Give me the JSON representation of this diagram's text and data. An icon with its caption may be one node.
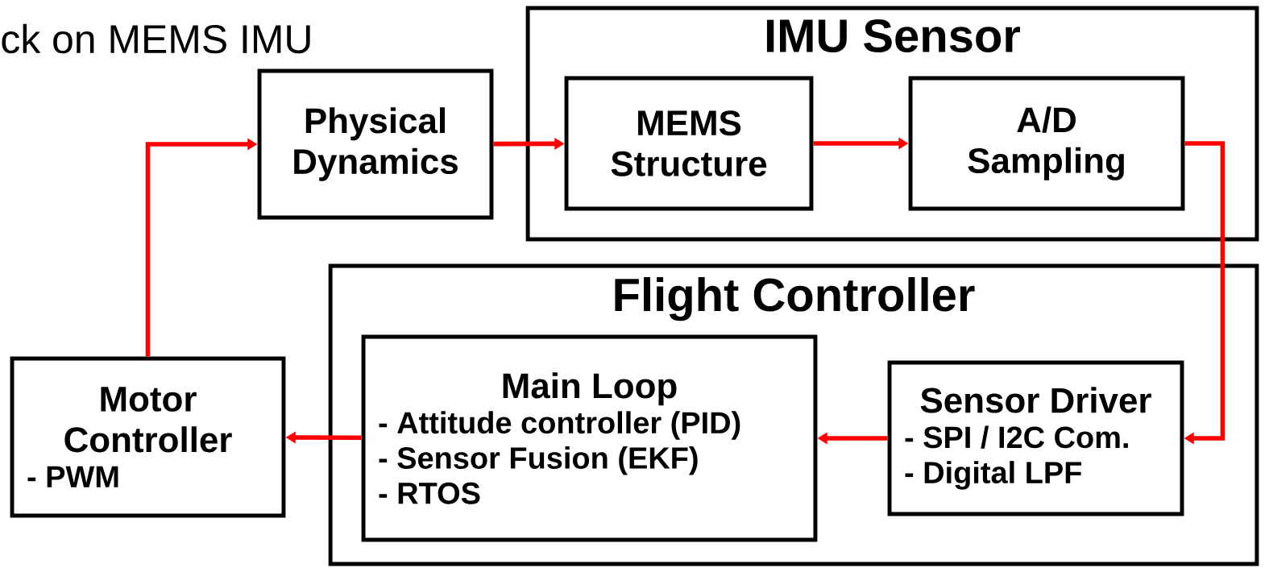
{
  "diagram": {
    "nodes": [
      {
        "text": [
          "Physical Dynamics"
        ]
      },
      {
        "text": [
          "IMU Sensor"
        ]
      },
      {
        "text": [
          "MEMS Structure"
        ],
        "in": 1
      },
      {
        "text": [
          "A/D Sampling"
        ],
        "in": 1
      },
      {
        "text": [
          "Flight Controller"
        ]
      },
      {
        "text": [
          "Main Loop",
          "- Attitude controller (PID)",
          "- Sensor Fusion (EKF)",
          "- RTOS"
        ],
        "in": 4
      },
      {
        "text": [
          "Sensor Driver",
          "- SPI / I2C Com.",
          "- Digital LPF"
        ],
        "in": 4
      },
      {
        "text": [
          "Motor Controller",
          "- PWM"
        ]
      }
    ],
    "edges": [
      {
        "from": 0,
        "to": 2,
        "arrow": "to"
      },
      {
        "from": 2,
        "to": 3,
        "arrow": "to"
      },
      {
        "from": 3,
        "to": 6,
        "arrow": "to"
      },
      {
        "from": 6,
        "to": 5,
        "arrow": "to"
      },
      {
        "from": 5,
        "to": 7,
        "arrow": "to"
      },
      {
        "from": 7,
        "to": 0,
        "arrow": "to"
      }
    ],
    "labels": [
      "ck on MEMS IMU"
    ]
  }
}
